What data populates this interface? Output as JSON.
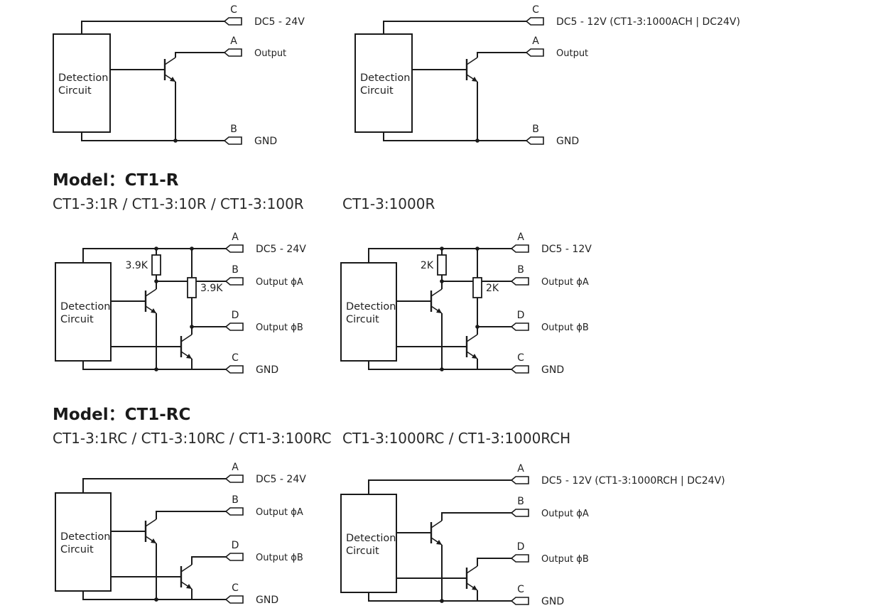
{
  "sections": [
    {
      "model_title": "",
      "circuits": [
        {
          "variant": "",
          "block_label": [
            "Detection",
            "Circuit"
          ],
          "terminals": [
            {
              "letter": "C",
              "label": "DC5 - 24V"
            },
            {
              "letter": "A",
              "label": "Output"
            },
            {
              "letter": "B",
              "label": "GND"
            }
          ]
        },
        {
          "variant": "",
          "block_label": [
            "Detection",
            "Circuit"
          ],
          "terminals": [
            {
              "letter": "C",
              "label": "DC5 - 12V (CT1-3:1000ACH | DC24V)"
            },
            {
              "letter": "A",
              "label": "Output"
            },
            {
              "letter": "B",
              "label": "GND"
            }
          ]
        }
      ]
    },
    {
      "model_title": "Model：CT1-R",
      "circuits": [
        {
          "variant": "CT1-3:1R / CT1-3:10R / CT1-3:100R",
          "block_label": [
            "Detection",
            "Circuit"
          ],
          "resistors": [
            "3.9K",
            "3.9K"
          ],
          "terminals": [
            {
              "letter": "A",
              "label": "DC5 - 24V"
            },
            {
              "letter": "B",
              "label": "Output ϕA"
            },
            {
              "letter": "D",
              "label": "Output ϕB"
            },
            {
              "letter": "C",
              "label": "GND"
            }
          ]
        },
        {
          "variant": "CT1-3:1000R",
          "block_label": [
            "Detection",
            "Circuit"
          ],
          "resistors": [
            "2K",
            "2K"
          ],
          "terminals": [
            {
              "letter": "A",
              "label": "DC5 - 12V"
            },
            {
              "letter": "B",
              "label": "Output ϕA"
            },
            {
              "letter": "D",
              "label": "Output ϕB"
            },
            {
              "letter": "C",
              "label": "GND"
            }
          ]
        }
      ]
    },
    {
      "model_title": "Model：CT1-RC",
      "circuits": [
        {
          "variant": "CT1-3:1RC / CT1-3:10RC / CT1-3:100RC",
          "block_label": [
            "Detection",
            "Circuit"
          ],
          "terminals": [
            {
              "letter": "A",
              "label": "DC5 - 24V"
            },
            {
              "letter": "B",
              "label": "Output ϕA"
            },
            {
              "letter": "D",
              "label": "Output ϕB"
            },
            {
              "letter": "C",
              "label": "GND"
            }
          ]
        },
        {
          "variant": "CT1-3:1000RC / CT1-3:1000RCH",
          "block_label": [
            "Detection",
            "Circuit"
          ],
          "terminals": [
            {
              "letter": "A",
              "label": "DC5 - 12V (CT1-3:1000RCH | DC24V)"
            },
            {
              "letter": "B",
              "label": "Output ϕA"
            },
            {
              "letter": "D",
              "label": "Output ϕB"
            },
            {
              "letter": "C",
              "label": "GND"
            }
          ]
        }
      ]
    }
  ]
}
